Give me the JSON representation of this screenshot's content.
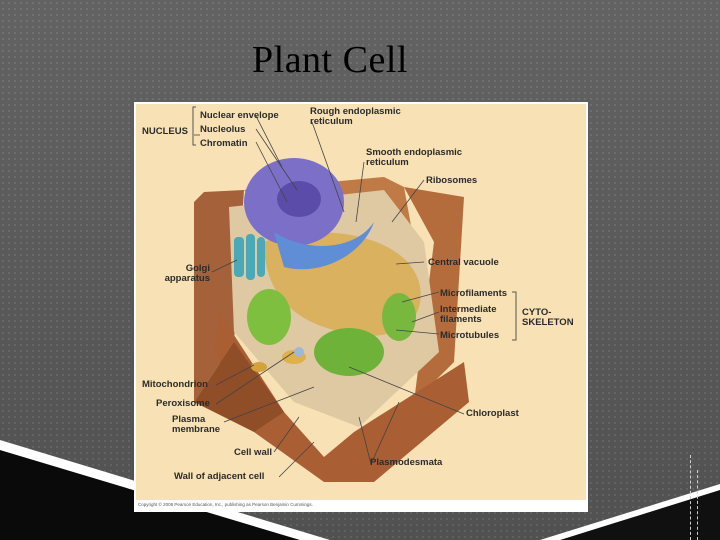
{
  "slide": {
    "title": "Plant Cell"
  },
  "figure": {
    "labels": {
      "nucleus": "NUCLEUS",
      "nuclear_envelope": "Nuclear envelope",
      "nucleolus": "Nucleolus",
      "chromatin": "Chromatin",
      "rough_er_1": "Rough endoplasmic",
      "rough_er_2": "reticulum",
      "smooth_er_1": "Smooth endoplasmic",
      "smooth_er_2": "reticulum",
      "ribosomes": "Ribosomes",
      "golgi_1": "Golgi",
      "golgi_2": "apparatus",
      "central_vacuole": "Central vacuole",
      "microfilaments": "Microfilaments",
      "intermediate_1": "Intermediate",
      "intermediate_2": "filaments",
      "microtubules": "Microtubules",
      "cytoskeleton_1": "CYTO-",
      "cytoskeleton_2": "SKELETON",
      "mitochondrion": "Mitochondrion",
      "peroxisome": "Peroxisome",
      "plasma_1": "Plasma",
      "plasma_2": "membrane",
      "chloroplast": "Chloroplast",
      "cell_wall": "Cell wall",
      "wall_adjacent": "Wall of adjacent cell",
      "plasmodesmata": "Plasmodesmata"
    },
    "copyright": "Copyright © 2008 Pearson Education, Inc., publishing as Pearson Benjamin Cummings."
  }
}
